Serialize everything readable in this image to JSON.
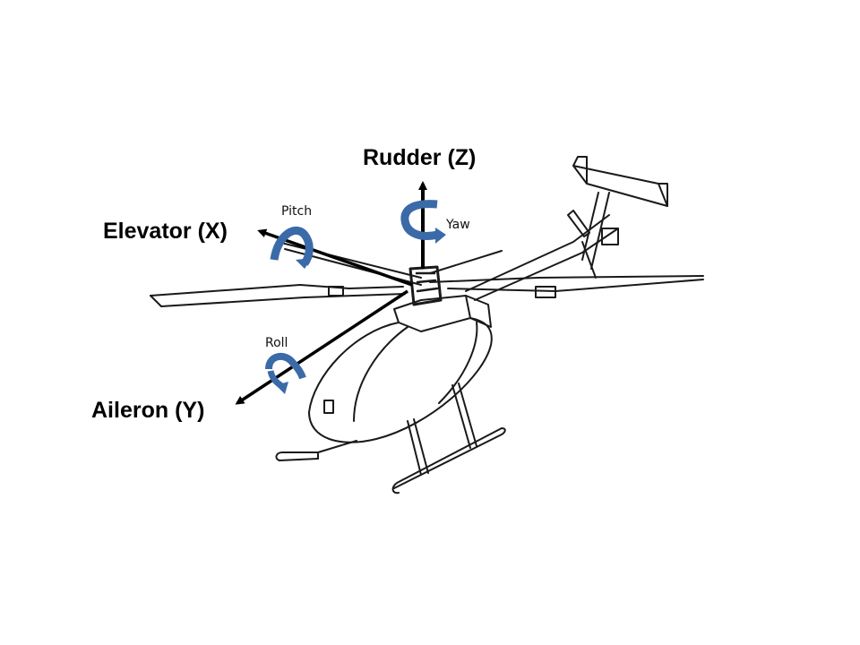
{
  "axes": {
    "rudder": {
      "label": "Rudder (Z)",
      "rotation": "Yaw"
    },
    "elevator": {
      "label": "Elevator (X)",
      "rotation": "Pitch"
    },
    "aileron": {
      "label": "Aileron (Y)",
      "rotation": "Roll"
    }
  },
  "colors": {
    "arrow": "#000000",
    "rotation_arrow": "#3b6aa8",
    "rotation_arrow_dark": "#2f5786",
    "line_art": "#1a1a1a",
    "background": "#ffffff"
  }
}
